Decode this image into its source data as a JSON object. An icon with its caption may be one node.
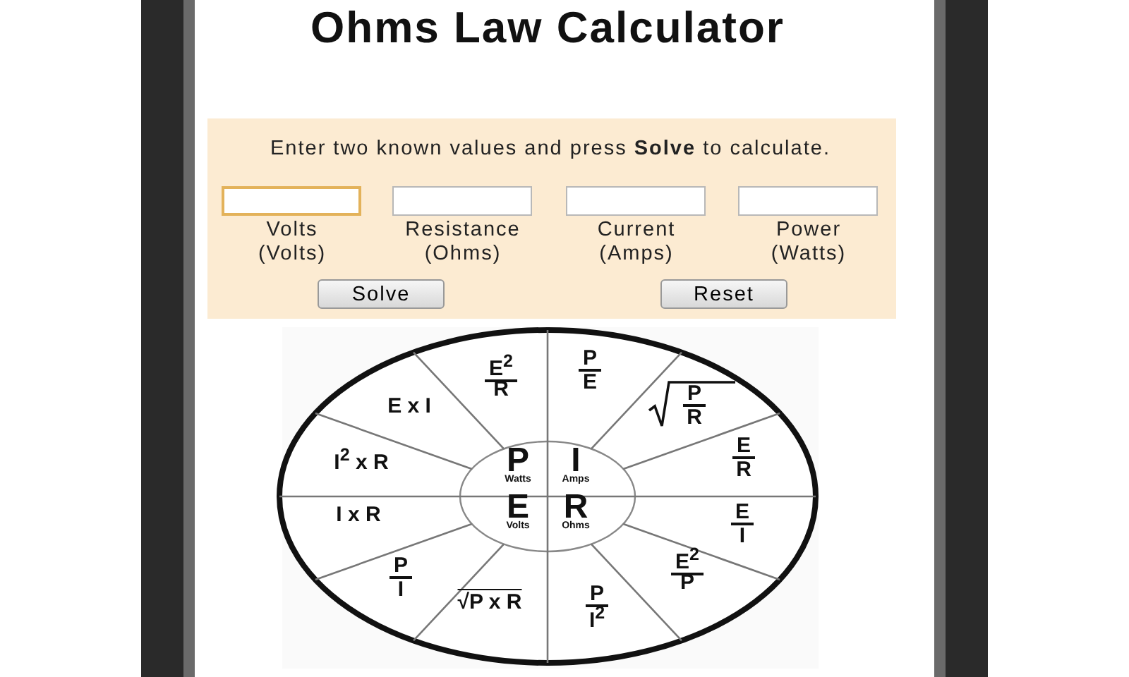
{
  "diagram": {
    "title": "Ohms Law Calculator",
    "labels": [
      "Enter two known values and press **Solve** to calculate.",
      "Volts",
      "(Volts)",
      "Resistance",
      "(Ohms)",
      "Current",
      "(Amps)",
      "Power",
      "(Watts)",
      "Solve",
      "Reset",
      "E$^{2}$",
      "R",
      "P",
      "E",
      "P",
      "R",
      "E x I",
      "I$^{2}$ x R",
      "E",
      "R",
      "P",
      "Watts",
      "I",
      "Amps",
      "E",
      "Volts",
      "R",
      "Ohms",
      "I x R",
      "E",
      "I",
      "P",
      "I",
      "E$^{2}$",
      "P",
      "√P x R",
      "P",
      "I$^{2}$"
    ]
  }
}
